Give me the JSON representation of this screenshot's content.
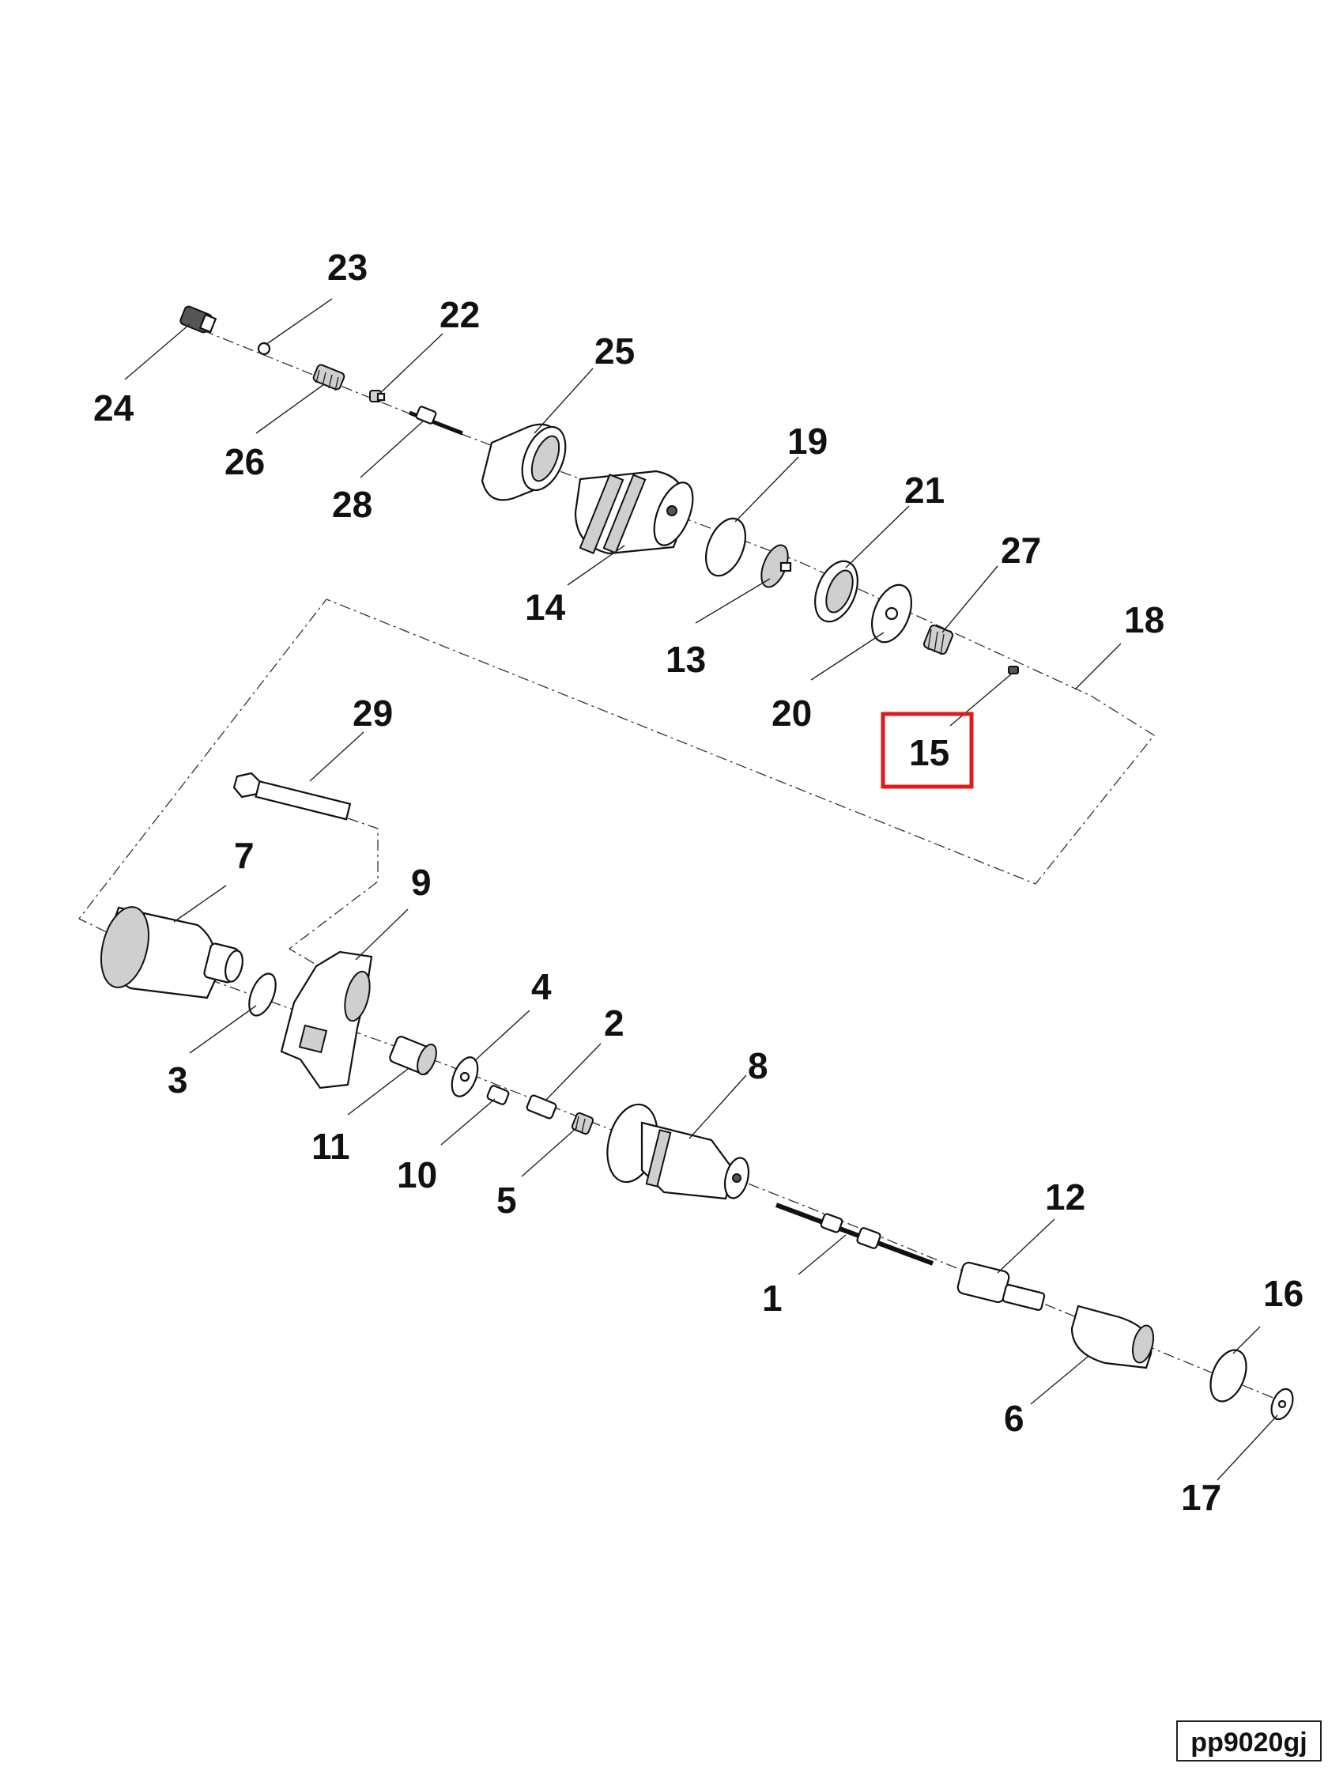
{
  "callouts": {
    "c1": "1",
    "c2": "2",
    "c3": "3",
    "c4": "4",
    "c5": "5",
    "c6": "6",
    "c7": "7",
    "c8": "8",
    "c9": "9",
    "c10": "10",
    "c11": "11",
    "c12": "12",
    "c13": "13",
    "c14": "14",
    "c15": "15",
    "c16": "16",
    "c17": "17",
    "c18": "18",
    "c19": "19",
    "c20": "20",
    "c21": "21",
    "c22": "22",
    "c23": "23",
    "c24": "24",
    "c25": "25",
    "c26": "26",
    "c27": "27",
    "c28": "28",
    "c29": "29"
  },
  "highlighted_callout": "15",
  "highlight_color": "#e01b1b",
  "diagram_code": "pp9020gj"
}
